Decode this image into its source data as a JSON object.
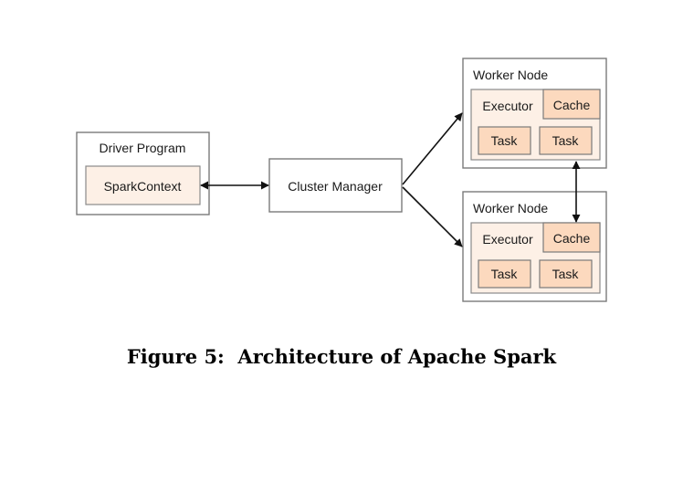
{
  "diagram": {
    "driver": {
      "title": "Driver Program",
      "context": "SparkContext"
    },
    "cluster_manager": {
      "label": "Cluster Manager"
    },
    "workers": [
      {
        "title": "Worker Node",
        "executor": "Executor",
        "cache": "Cache",
        "tasks": [
          "Task",
          "Task"
        ]
      },
      {
        "title": "Worker Node",
        "executor": "Executor",
        "cache": "Cache",
        "tasks": [
          "Task",
          "Task"
        ]
      }
    ],
    "colors": {
      "inner_fill": "#fdf0e6",
      "task_fill": "#fcd9be",
      "border": "#7a7a7a",
      "arrow": "#111111"
    }
  },
  "caption": "Figure 5:  Architecture of Apache Spark"
}
